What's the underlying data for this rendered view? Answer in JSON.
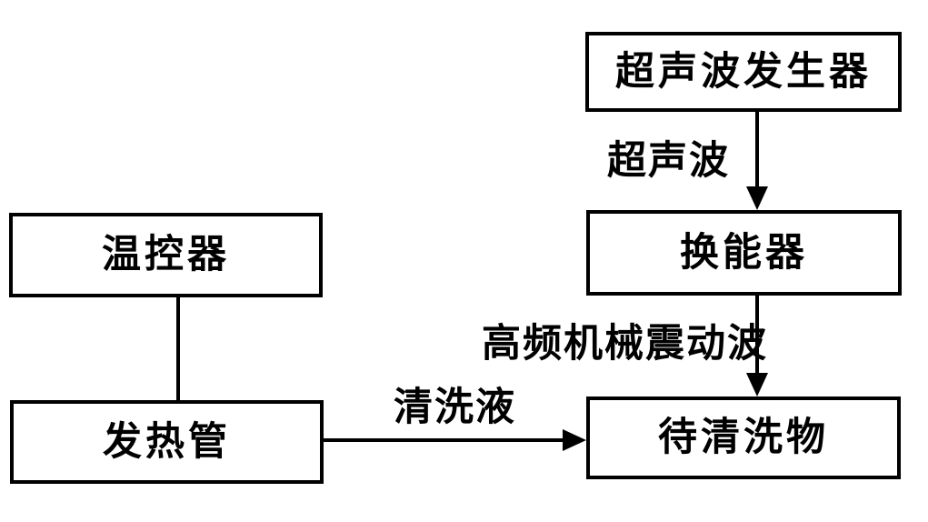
{
  "diagram": {
    "background_color": "#ffffff",
    "line_color": "#000000",
    "nodes": [
      {
        "id": "ultrasonic-generator",
        "label": "超声波发生器"
      },
      {
        "id": "transducer",
        "label": "换能器"
      },
      {
        "id": "item-to-clean",
        "label": "待清洗物"
      },
      {
        "id": "thermostat",
        "label": "温控器"
      },
      {
        "id": "heating-tube",
        "label": "发热管"
      }
    ],
    "edges": [
      {
        "from": "ultrasonic-generator",
        "to": "transducer",
        "label": "超声波",
        "arrow": true
      },
      {
        "from": "transducer",
        "to": "item-to-clean",
        "label": "高频机械震动波",
        "arrow": true
      },
      {
        "from": "thermostat",
        "to": "heating-tube",
        "label": "",
        "arrow": false
      },
      {
        "from": "heating-tube",
        "to": "item-to-clean",
        "label": "清洗液",
        "arrow": true
      }
    ]
  }
}
